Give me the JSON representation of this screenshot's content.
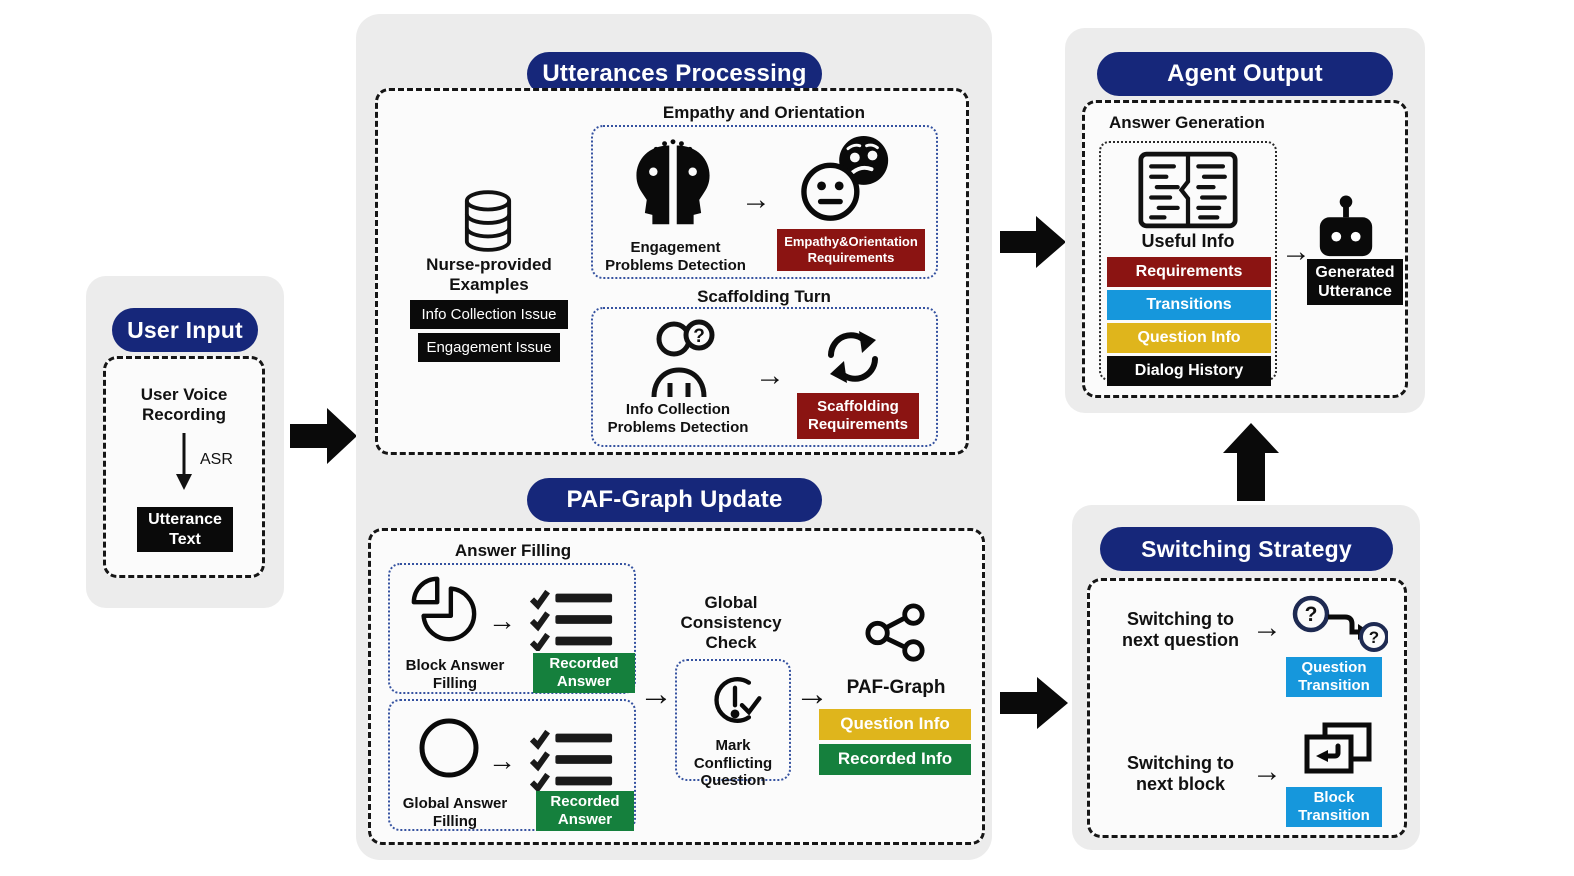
{
  "colors": {
    "header_navy": "#16277a",
    "requirement_maroon": "#8b1412",
    "recorded_green": "#15803d",
    "question_yellow": "#dfb51c",
    "transition_blue": "#1697dc",
    "chip_black": "#0a0a0a",
    "panel_gray": "#ececec"
  },
  "icons": {
    "database-icon": "cylinder database",
    "faces-icon": "two profile faces in dialog",
    "emotions-icon": "neutral and worried emoji faces",
    "person-question-icon": "person with question bubble",
    "refresh-icon": "circular scaffolding arrows",
    "pie-icon": "pie chart with pulled slice",
    "checklist-icon": "checked list rows",
    "circle-icon": "empty circle",
    "alert-check-icon": "exclamation circle with check",
    "graph-icon": "connected nodes share graph",
    "notes-icon": "open notes with text lines",
    "robot-icon": "robot head with antenna",
    "question-transition-icon": "question node to question node",
    "block-transition-icon": "stacked blocks with return arrow",
    "arrow-right-icon": "thick right arrow",
    "arrow-up-icon": "thick up arrow",
    "arrow-down-icon": "thin down arrow"
  },
  "user_input": {
    "title": "User Input",
    "voice_recording": "User Voice\nRecording",
    "asr": "ASR",
    "utterance_text": "Utterance\nText"
  },
  "utterances_processing": {
    "title": "Utterances Processing",
    "nurse_examples": "Nurse-provided\nExamples",
    "info_collection_issue": "Info Collection Issue",
    "engagement_issue": "Engagement Issue",
    "empathy": {
      "label": "Empathy and Orientation",
      "caption": "Engagement\nProblems Detection",
      "requirement": "Empathy&Orientation\nRequirements"
    },
    "scaffolding": {
      "label": "Scaffolding Turn",
      "caption": "Info Collection\nProblems Detection",
      "requirement": "Scaffolding\nRequirements"
    }
  },
  "paf": {
    "title": "PAF-Graph Update",
    "answer_filling": "Answer Filling",
    "block": {
      "caption": "Block Answer\nFilling",
      "recorded": "Recorded\nAnswer"
    },
    "global": {
      "caption": "Global Answer\nFilling",
      "recorded": "Recorded\nAnswer"
    },
    "consistency": "Global\nConsistency\nCheck",
    "mark": "Mark Conflicting\nQuestion",
    "graph_label": "PAF-Graph",
    "question_info": "Question Info",
    "recorded_info": "Recorded Info"
  },
  "agent_output": {
    "title": "Agent Output",
    "answer_generation": "Answer Generation",
    "useful_info": "Useful Info",
    "chips": [
      "Requirements",
      "Transitions",
      "Question Info",
      "Dialog History"
    ],
    "generated": "Generated\nUtterance"
  },
  "switching": {
    "title": "Switching Strategy",
    "next_question": "Switching to\nnext question",
    "next_block": "Switching to\nnext block",
    "question_transition": "Question\nTransition",
    "block_transition": "Block\nTransition"
  }
}
